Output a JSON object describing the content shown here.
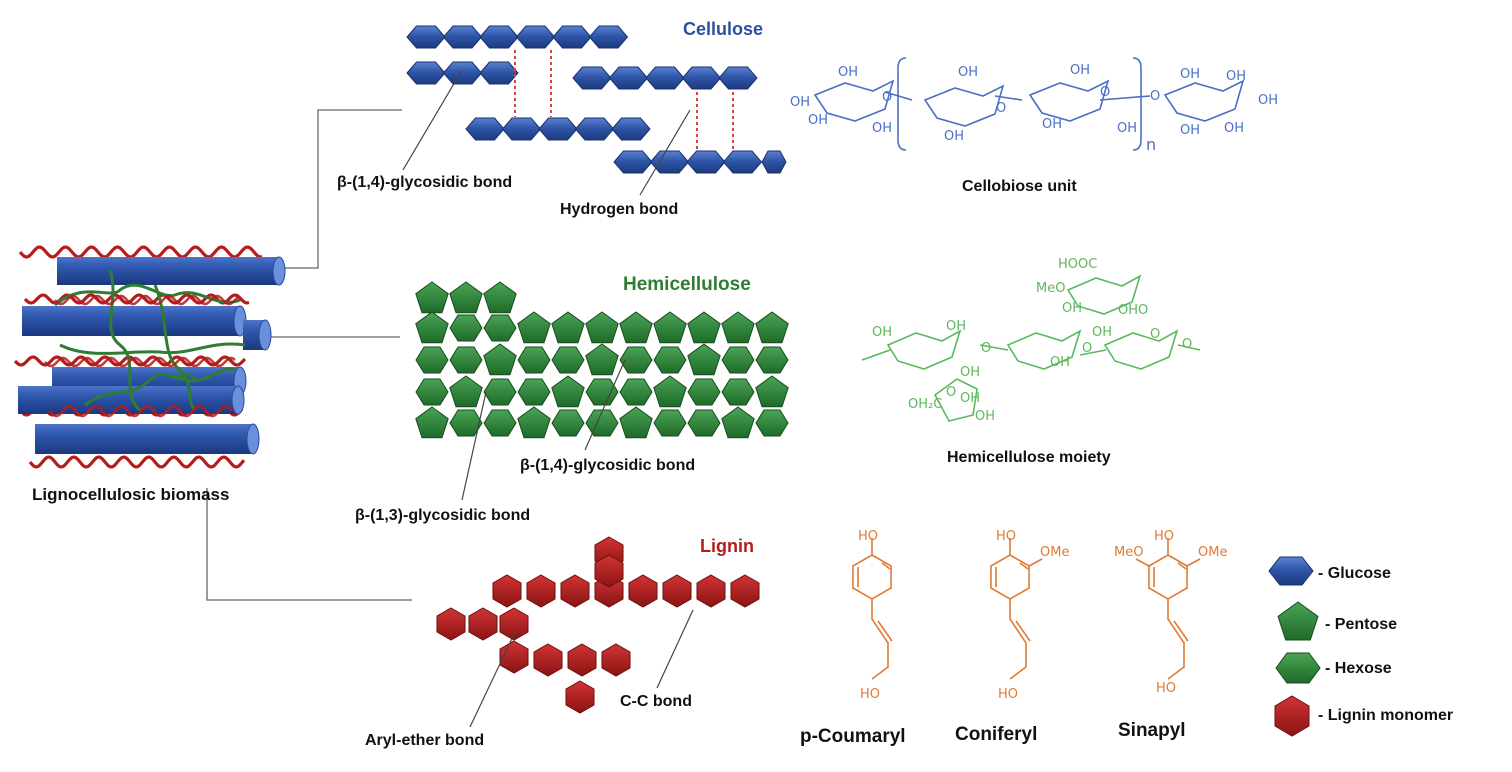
{
  "colors": {
    "cellulose": "#2d4fa0",
    "hemicellulose": "#2e7d32",
    "lignin": "#b51c1c",
    "cellulose_struct": "#4a6fc6",
    "hemi_struct": "#5cb85c",
    "lignin_struct": "#e07a35",
    "hbond": "#d9443a"
  },
  "biomass": {
    "label": "Lignocellulosic biomass"
  },
  "cellulose": {
    "title": "Cellulose",
    "glycosidic_label": "β-(1,4)-glycosidic bond",
    "hbond_label": "Hydrogen bond",
    "structure_label": "Cellobiose unit",
    "repeat_subscript": "n",
    "oh": "OH",
    "o": "O"
  },
  "hemicellulose": {
    "title": "Hemicellulose",
    "bond14_label": "β-(1,4)-glycosidic bond",
    "bond13_label": "β-(1,3)-glycosidic bond",
    "structure_label": "Hemicellulose moiety",
    "hooc": "HOOC",
    "meo": "MeO",
    "ch2oh": "OH₂C",
    "oh": "OH",
    "o": "O"
  },
  "lignin": {
    "title": "Lignin",
    "cc_label": "C-C bond",
    "aryl_label": "Aryl-ether bond",
    "monomers": [
      {
        "name": "p-Coumaryl"
      },
      {
        "name": "Coniferyl"
      },
      {
        "name": "Sinapyl"
      }
    ],
    "ho": "HO",
    "ome": "OMe",
    "meo": "MeO"
  },
  "legend": [
    {
      "icon": "glucose-hexagon-icon",
      "label": "- Glucose"
    },
    {
      "icon": "pentose-pentagon-icon",
      "label": "- Pentose"
    },
    {
      "icon": "hexose-hexagon-icon",
      "label": "- Hexose"
    },
    {
      "icon": "lignin-monomer-icon",
      "label": "- Lignin monomer"
    }
  ]
}
